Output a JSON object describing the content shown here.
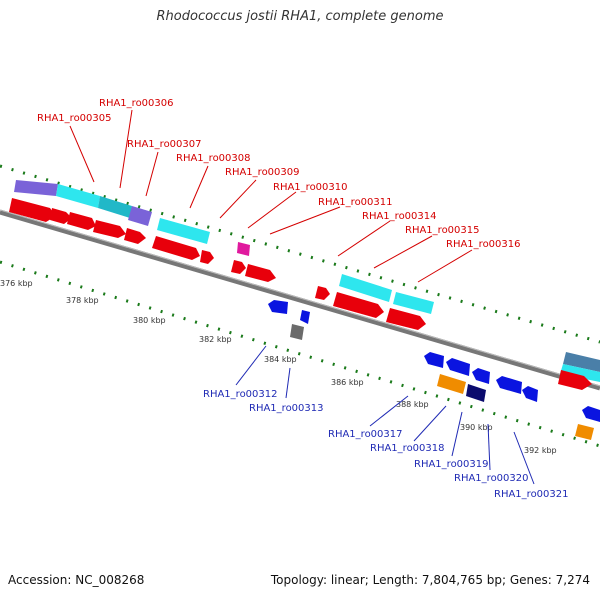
{
  "title": "Rhodococcus jostii RHA1, complete genome",
  "footer": {
    "accession": "Accession: NC_008268",
    "summary": "Topology: linear; Length: 7,804,765 bp; Genes: 7,274"
  },
  "scale_labels": [
    "376 kbp",
    "378 kbp",
    "380 kbp",
    "382 kbp",
    "384 kbp",
    "386 kbp",
    "388 kbp",
    "390 kbp",
    "392 kbp"
  ],
  "forward_genes": [
    "RHA1_ro00305",
    "RHA1_ro00306",
    "RHA1_ro00307",
    "RHA1_ro00308",
    "RHA1_ro00309",
    "RHA1_ro00310",
    "RHA1_ro00311",
    "RHA1_ro00314",
    "RHA1_ro00315",
    "RHA1_ro00316"
  ],
  "reverse_genes": [
    "RHA1_ro00312",
    "RHA1_ro00313",
    "RHA1_ro00317",
    "RHA1_ro00318",
    "RHA1_ro00319",
    "RHA1_ro00320",
    "RHA1_ro00321"
  ],
  "colors": {
    "forward_label": "#d40000",
    "reverse_label": "#1f2ab4",
    "gene_red": "#e8000b",
    "gene_blue": "#0a14e0",
    "gene_cyan": "#2ee6ee",
    "gene_purple": "#7a63d8",
    "gene_teal": "#21b8c8",
    "gene_orange": "#f08c00",
    "gene_magenta": "#e0199e",
    "gene_gray": "#6b6b6b",
    "gene_navy": "#0b0b6e",
    "backbone": "#888888",
    "tick_marks": "#1a7a1a"
  }
}
